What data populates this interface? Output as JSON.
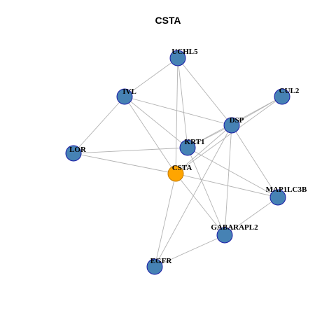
{
  "title": "CSTA",
  "colors": {
    "node_fill": "#4682b4",
    "node_stroke": "#1a1aa6",
    "center_fill": "#ffa500",
    "center_stroke": "#c27a00",
    "edge": "#b3b3b3"
  },
  "nodes": [
    {
      "id": "UCHL5",
      "label": "UCHL5",
      "center": false
    },
    {
      "id": "IVL",
      "label": "IVL",
      "center": false
    },
    {
      "id": "CUL2",
      "label": "CUL2",
      "center": false
    },
    {
      "id": "DSP",
      "label": "DSP",
      "center": false
    },
    {
      "id": "KRT1",
      "label": "KRT1",
      "center": false
    },
    {
      "id": "LOR",
      "label": "LOR",
      "center": false
    },
    {
      "id": "CSTA",
      "label": "CSTA",
      "center": true
    },
    {
      "id": "MAP1LC3B",
      "label": "MAP1LC3B",
      "center": false
    },
    {
      "id": "GABARAPL2",
      "label": "GABARAPL2",
      "center": false
    },
    {
      "id": "EGFR",
      "label": "EGFR",
      "center": false
    }
  ],
  "edges": [
    [
      "UCHL5",
      "IVL"
    ],
    [
      "UCHL5",
      "DSP"
    ],
    [
      "UCHL5",
      "KRT1"
    ],
    [
      "UCHL5",
      "CSTA"
    ],
    [
      "IVL",
      "LOR"
    ],
    [
      "IVL",
      "DSP"
    ],
    [
      "IVL",
      "KRT1"
    ],
    [
      "IVL",
      "CSTA"
    ],
    [
      "CUL2",
      "DSP"
    ],
    [
      "CUL2",
      "KRT1"
    ],
    [
      "CUL2",
      "CSTA"
    ],
    [
      "DSP",
      "KRT1"
    ],
    [
      "DSP",
      "CSTA"
    ],
    [
      "DSP",
      "MAP1LC3B"
    ],
    [
      "DSP",
      "GABARAPL2"
    ],
    [
      "DSP",
      "EGFR"
    ],
    [
      "LOR",
      "KRT1"
    ],
    [
      "LOR",
      "CSTA"
    ],
    [
      "KRT1",
      "MAP1LC3B"
    ],
    [
      "KRT1",
      "GABARAPL2"
    ],
    [
      "CSTA",
      "MAP1LC3B"
    ],
    [
      "CSTA",
      "GABARAPL2"
    ],
    [
      "CSTA",
      "EGFR"
    ],
    [
      "MAP1LC3B",
      "GABARAPL2"
    ],
    [
      "GABARAPL2",
      "EGFR"
    ]
  ]
}
